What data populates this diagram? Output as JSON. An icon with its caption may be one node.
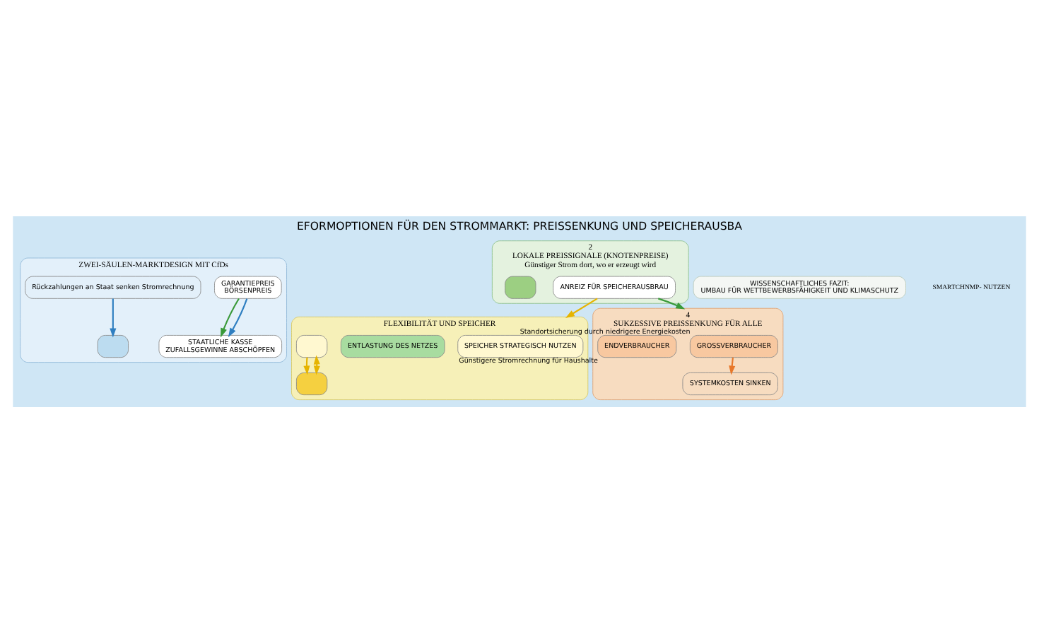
{
  "diagram": {
    "title": "EFORMOPTIONEN FÜR DEN STROMMARKT: PREISSENKUNG UND SPEICHERAUSBA",
    "nodes": [
      {
        "text": [
          "ZWEI-SÄULEN-MARKTDESIGN MIT CfDs"
        ]
      },
      {
        "text": [
          "GARANTIEPREIS",
          "BÖRSENPREIS"
        ],
        "in": 0
      },
      {
        "text": [
          "STAATLICHE KASSE",
          "ZUFALLSGEWINNE ABSCHÖPFEN"
        ],
        "in": 0
      },
      {
        "text": [
          "Rückzahlungen an Staat senken Stromrechnung"
        ],
        "in": 0
      },
      {
        "text": [],
        "shape": "box",
        "in": 0
      },
      {
        "text": [
          "2",
          "LOKALE PREISSIGNALE (KNOTENPREISE)",
          "Günstiger Strom dort, wo er erzeugt wird"
        ]
      },
      {
        "text": [
          "ANREIZ FÜR SPEICHERAUSBRAU"
        ],
        "in": 5
      },
      {
        "text": [],
        "shape": "box",
        "in": 5
      },
      {
        "text": [
          "FLEXIBILITÄT UND SPEICHER"
        ]
      },
      {
        "text": [
          "SPEICHER STRATEGISCH NUTZEN"
        ],
        "in": 8
      },
      {
        "text": [
          "ENTLASTUNG DES NETZES"
        ],
        "in": 8
      },
      {
        "text": [],
        "shape": "box",
        "in": 8
      },
      {
        "text": [],
        "shape": "box",
        "in": 8
      },
      {
        "text": [
          "4",
          "SUKZESSIVE PREISSENKUNG FÜR ALLE"
        ]
      },
      {
        "text": [
          "GROSSVERBRAUCHER"
        ],
        "in": 13,
        "beside": [
          "Standortsicherung durch niedrigere Energiekosten"
        ]
      },
      {
        "text": [
          "ENDVERBRAUCHER"
        ],
        "in": 13,
        "beside": [
          "Günstigere Stromrechnung für Haushalte"
        ]
      },
      {
        "text": [
          "SYSTEMKOSTEN SINKEN"
        ],
        "in": 13
      },
      {
        "text": [
          "WISSENSCHAFTLICHES FAZIT:",
          "UMBAU FÜR WETTBEWERBSFÄHIGKEIT UND KLIMASCHUTZ"
        ]
      }
    ],
    "edges": [
      {
        "from": 1,
        "to": 2,
        "arrow": "to",
        "color": "#3a9a3a"
      },
      {
        "from": 1,
        "to": 2,
        "arrow": "to",
        "color": "#2f7fc1"
      },
      {
        "from": 3,
        "to": 4,
        "arrow": "to",
        "color": "#2f7fc1"
      },
      {
        "from": 6,
        "to": 8,
        "arrow": "to",
        "color": "#e6b400"
      },
      {
        "from": 6,
        "to": 13,
        "arrow": "to",
        "color": "#3a9a3a"
      },
      {
        "from": 12,
        "to": 11,
        "arrow": "both",
        "color": "#e6b400"
      },
      {
        "from": 11,
        "to": 12,
        "arrow": "to",
        "color": "#e6b400"
      },
      {
        "from": 14,
        "to": 16,
        "arrow": "to",
        "color": "#e8782a"
      }
    ],
    "labels": [
      "SMARTCHNMP- NUTZEN"
    ]
  }
}
